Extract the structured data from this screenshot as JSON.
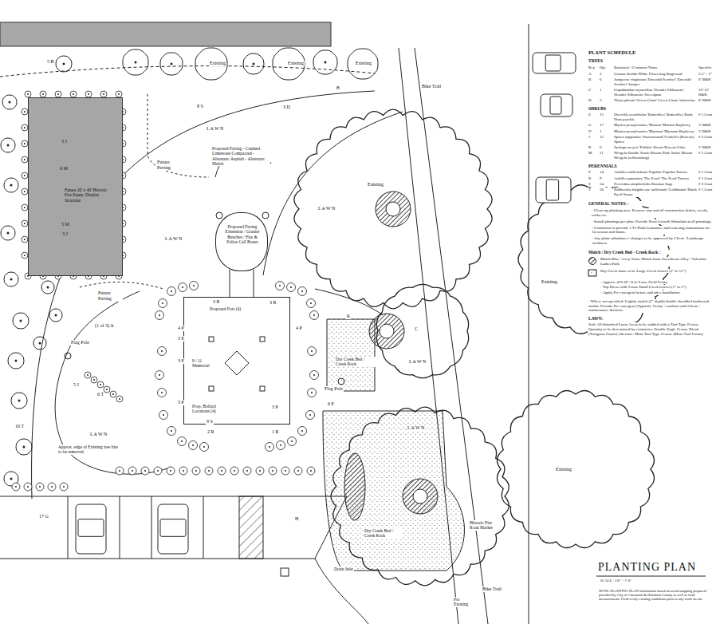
{
  "diagram": {
    "title": "PLANTING PLAN",
    "nodes": [
      {
        "text": [
          "Future 20' x 40' Historic Fire Equip. Display Structure"
        ]
      },
      {
        "text": [
          "Proposed Paving Extension / Granite Benches / Fire & Police Call Boxes"
        ]
      },
      {
        "text": [
          "9 / 11 Memorial"
        ]
      }
    ],
    "labels": [
      "5 B",
      "Existing",
      "Existing",
      "Existing",
      "B",
      "8 S",
      "3 D",
      "L A W N",
      "Bike Trail",
      "3 J",
      "6 M",
      "5 M",
      "3 J",
      "Future Paving",
      "Proposed Paving - Crushed Limestone Compacted - Alternate: Asphalt - Alternate: Mulch",
      "L A W N",
      "L A W N",
      "Existing",
      "Future Paving",
      "(1 of 3) A",
      "Flag Pole",
      "5 J",
      "6 T",
      "3 R",
      "Proposed Pots (4)",
      "3 R",
      "4 P",
      "3 E",
      "4 P",
      "K",
      "C",
      "Dry Creek Bed / Creek Rock",
      "L A W N",
      "3 E",
      "Flag Pole",
      "3 P",
      "Prop. Bollard Locations (4)",
      "3 P",
      "6 E",
      "9 S",
      "2 R",
      "1 R",
      "L A W N",
      "L A W N",
      "Approx. edge of Existing tree line to be removed.",
      "10 T",
      "17 G",
      "Existing",
      "Existing",
      "Dry Creek Bed / Creek Rock",
      "H",
      "Historic Fire Road Marker",
      "Drain Inlet",
      "Bike Trail",
      "Pot Existing",
      "PLANT SCHEDULE",
      "TREES",
      "Key",
      "Qty",
      "Botanical / Common Name",
      "Specific",
      "A",
      "3",
      "Cornus florida White Flowering Dogwood",
      "2.5\" - 3\"",
      "B",
      "6",
      "Juniperus virginiana 'Emerald Sentinel' Emerald Sentinel Juniper",
      "6' B&B",
      "C",
      "1",
      "Liquidambar styraciflua 'Slender Silhouette' Slender Silhouette Sweetgum",
      "10'-12' B&B",
      "D",
      "3",
      "Thuja plicata 'Green Giant' Green Giant Arborvitae",
      "8' B&B",
      "SHRUBS",
      "E",
      "15",
      "Diervilla sessilifolia 'Butterflies' Butterflies Bush Honeysuckle",
      "# 5 Cont",
      "G",
      "17",
      "Myrica pensylvanica 'Morton' Morton Bayberry",
      "3' B&B",
      "H",
      "1",
      "Myrica pensylvanica 'Myrman' Myrman Bayberry",
      "3' B&B",
      "J",
      "15",
      "Spirea nipponica 'Snowmound' Fenbelt's (Korean) Spirea",
      "# 3 Cont",
      "K",
      "6",
      "Syringa meyeri 'Palibin' Dwarf Korean Lilac",
      "3' B&B",
      "M",
      "11",
      "Weigela florida 'Sonic Bloom Pink' Sonic Bloom Weigela (reblooming)",
      "# 5 Cont",
      "PERENNIALS",
      "P",
      "14",
      "Achillea millefolium 'Paprika' Paprika Yarrow",
      "# 1 Cont",
      "R",
      "9",
      "Achillea ptarmica 'The Pearl' The Pearl Yarrow",
      "# 1 Cont",
      "S",
      "24",
      "Perovskia atriplicifolia Russian Sage",
      "# 3 Cont",
      "T",
      "30",
      "Rudbeckia fulgida var. sullivantii 'Goldsturm' Black Eyed Susan",
      "# 1 Cont",
      "GENERAL NOTES :",
      "- Clean up planting area. Remove any and all construction debris, weeds, rocks etc.",
      "- Install plantings per plan. Provide Root Growth Stimulant at all plantings.",
      "- Contractor to provide 1 Yr Plant Guarantee and watering instructions for 1st season and future.",
      "- Any plant substitutes / changes to be approved by Client / Landscape Architect.",
      "Mulch / Dry Creek Bed - Creek Rock :",
      "- Approx. 470 SF / 8 to 9 ton. Field Verify",
      "- Top Dress with 3 tons Small Creek Gravel (1\" to 3\")",
      "- Apply Pre-emergent before and after installation",
      "- Where not specified: Lightly mulch (2\" depth) double shredded hardwood mulch. Provide Pre-emergent (Typical). Verify / confirm with Client / maintenance division.",
      "LAWN:",
      "Sod: All disturbed Lawn Areas to be sodded with a Turf Type Fescue. Quantity to be determined by contractor. Double Eagle Fescue Blend (Turfgrass Farms) Alternate: Motz Turf Type Fescue (Motz Turf Farms)",
      "SCALE - 1/8\" = 1'-0\"",
      "NOTE: PLANTING PLAN information based on aerial mapping prepared / provided by City of Cincinnati & Hamilton County as well as field measurements. Field verify existing conditions prior to any work on site."
    ],
    "legend": [
      {
        "text": "Match Blue / Grey Stone Mulch from Sweetheart Alley / Valentine Ladies Park"
      },
      {
        "text": "Dry Creek stone to be Large Creek Gravel (3\" to 12\")"
      }
    ]
  }
}
